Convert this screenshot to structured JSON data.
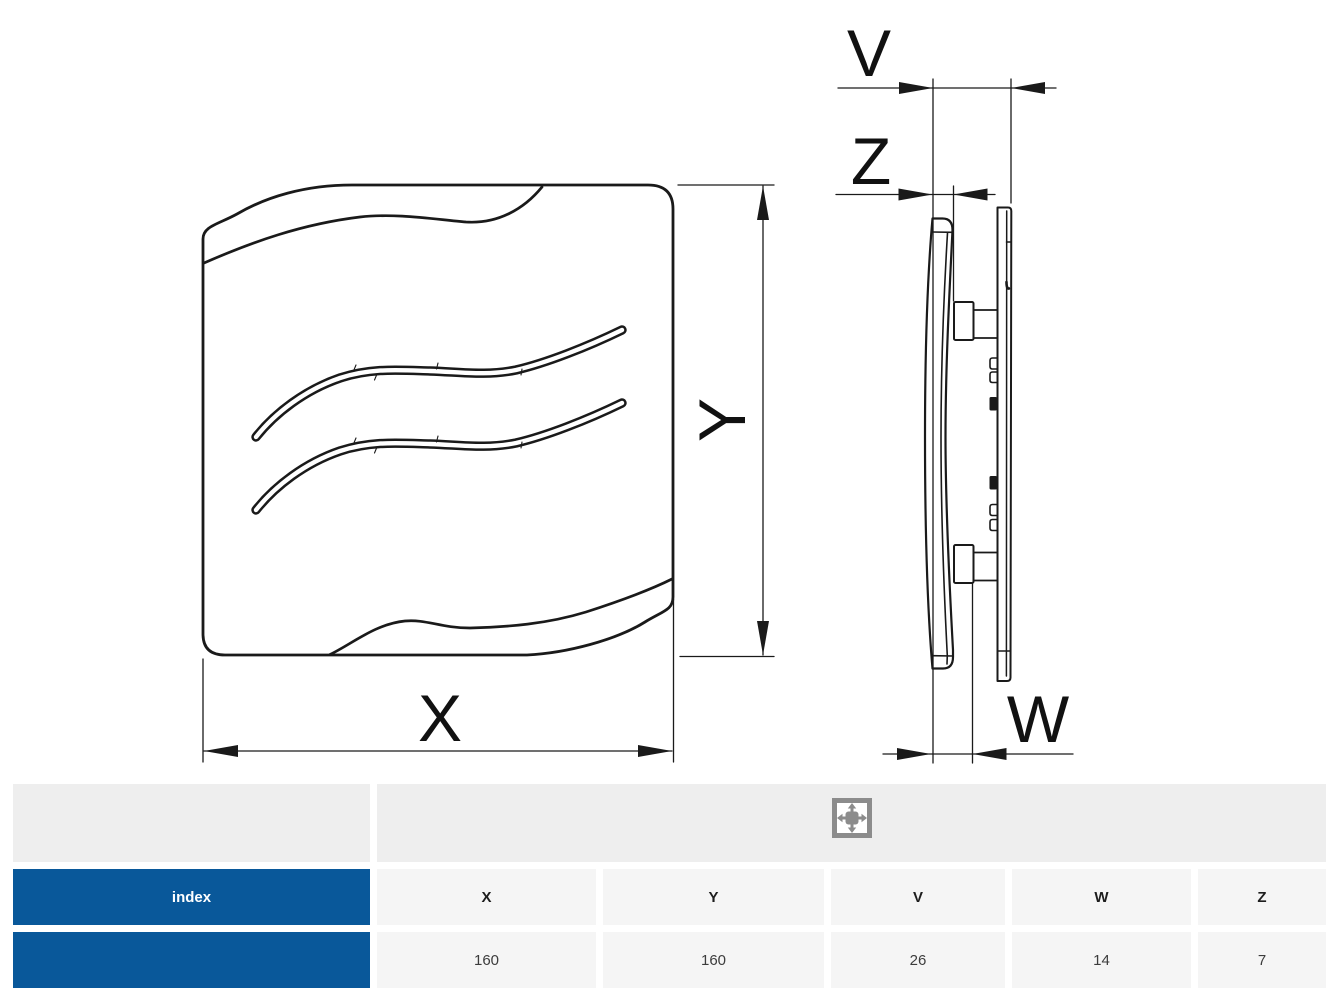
{
  "drawing": {
    "description": "technical dimension drawing of a square fan grille (front view and side view)",
    "stroke_color": "#1a1a1a",
    "dimension_labels": {
      "x": "X",
      "y": "Y",
      "v": "V",
      "w": "W",
      "z": "Z"
    }
  },
  "table": {
    "accent_color": "#09589a",
    "corner_label": "index",
    "icon": "dimensions-icon",
    "columns": [
      "X",
      "Y",
      "V",
      "W",
      "Z"
    ],
    "values": [
      "160",
      "160",
      "26",
      "14",
      "7"
    ]
  }
}
